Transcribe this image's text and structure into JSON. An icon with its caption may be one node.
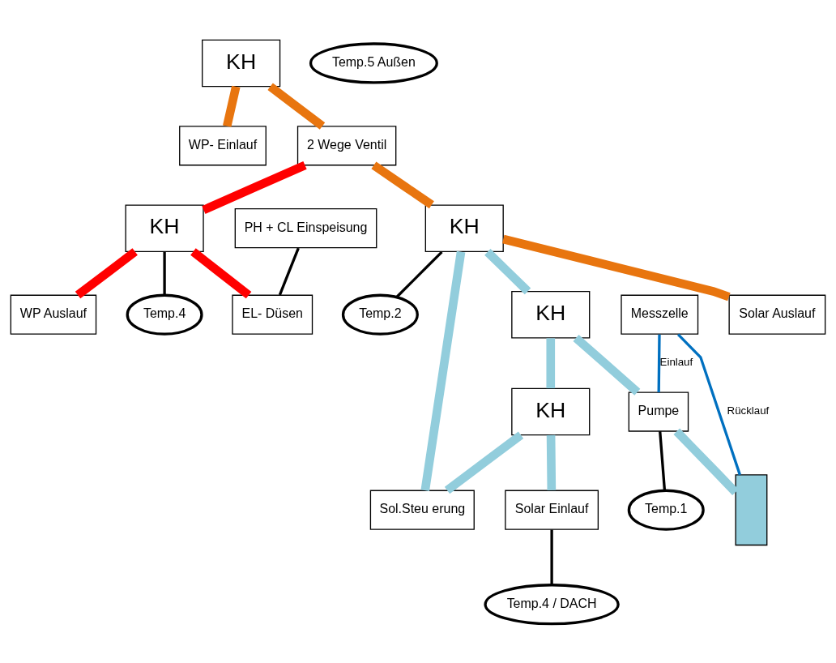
{
  "diagram": {
    "nodes": [
      {
        "text": [
          "KH"
        ]
      },
      {
        "text": [
          "WP- Einlauf"
        ]
      },
      {
        "text": [
          "2 Wege Ventil"
        ]
      },
      {
        "text": [
          "KH"
        ]
      },
      {
        "text": [
          "WP Auslauf"
        ]
      },
      {
        "text": [
          "Temp.4"
        ]
      },
      {
        "text": [
          "PH + CL Einspeisung"
        ]
      },
      {
        "text": [
          "KH"
        ]
      },
      {
        "text": [
          "Temp.2"
        ]
      },
      {
        "text": [
          "Temp.5 Außen"
        ]
      },
      {
        "text": [
          "KH"
        ]
      },
      {
        "text": [
          "Sol.Steu erung"
        ]
      },
      {
        "text": [
          "Messzelle"
        ]
      },
      {
        "text": [
          "KH"
        ]
      },
      {
        "text": [
          "Temp.1"
        ]
      },
      {
        "text": [
          "Pumpe"
        ]
      },
      {
        "text": [
          "Solar Einlauf"
        ]
      },
      {
        "text": [
          "Solar Auslauf"
        ]
      },
      {
        "text": [
          "EL- Düsen"
        ]
      },
      {
        "text": [
          "Temp.4 / DACH"
        ]
      },
      {
        "text": [],
        "shape": "bar"
      }
    ],
    "edges": [
      {
        "from": 0,
        "to": 1,
        "arrow": "none",
        "color": "#e8750f"
      },
      {
        "from": 0,
        "to": 2,
        "arrow": "none",
        "color": "#e8750f"
      },
      {
        "from": 2,
        "to": 3,
        "arrow": "none",
        "color": "#ff0000"
      },
      {
        "from": 3,
        "to": 4,
        "arrow": "none",
        "color": "#ff0000"
      },
      {
        "from": 3,
        "to": 5,
        "arrow": "none",
        "color": "#000000"
      },
      {
        "from": 3,
        "to": 18,
        "arrow": "none",
        "color": "#ff0000"
      },
      {
        "from": 6,
        "to": 18,
        "arrow": "none",
        "color": "#000000"
      },
      {
        "from": 2,
        "to": 7,
        "arrow": "none",
        "color": "#e8750f"
      },
      {
        "from": 7,
        "to": 8,
        "arrow": "none",
        "color": "#000000"
      },
      {
        "from": 7,
        "to": 17,
        "arrow": "none",
        "color": "#e8750f"
      },
      {
        "from": 7,
        "to": 10,
        "arrow": "none",
        "color": "#92cddc"
      },
      {
        "from": 7,
        "to": 11,
        "arrow": "none",
        "color": "#92cddc"
      },
      {
        "from": 10,
        "to": 13,
        "arrow": "none",
        "color": "#92cddc"
      },
      {
        "from": 13,
        "to": 11,
        "arrow": "none",
        "color": "#92cddc"
      },
      {
        "from": 13,
        "to": 16,
        "arrow": "none",
        "color": "#92cddc"
      },
      {
        "from": 10,
        "to": 15,
        "arrow": "none",
        "color": "#92cddc"
      },
      {
        "from": 15,
        "to": 14,
        "arrow": "none",
        "color": "#000000"
      },
      {
        "from": 16,
        "to": 19,
        "arrow": "none",
        "color": "#000000"
      },
      {
        "from": 12,
        "to": 15,
        "arrow": "none",
        "label": "Einlauf",
        "color": "#0070c0"
      },
      {
        "from": 15,
        "to": 20,
        "arrow": "none",
        "color": "#92cddc"
      },
      {
        "from": 12,
        "to": 20,
        "arrow": "none",
        "label": "Rücklauf",
        "color": "#0070c0"
      }
    ]
  }
}
